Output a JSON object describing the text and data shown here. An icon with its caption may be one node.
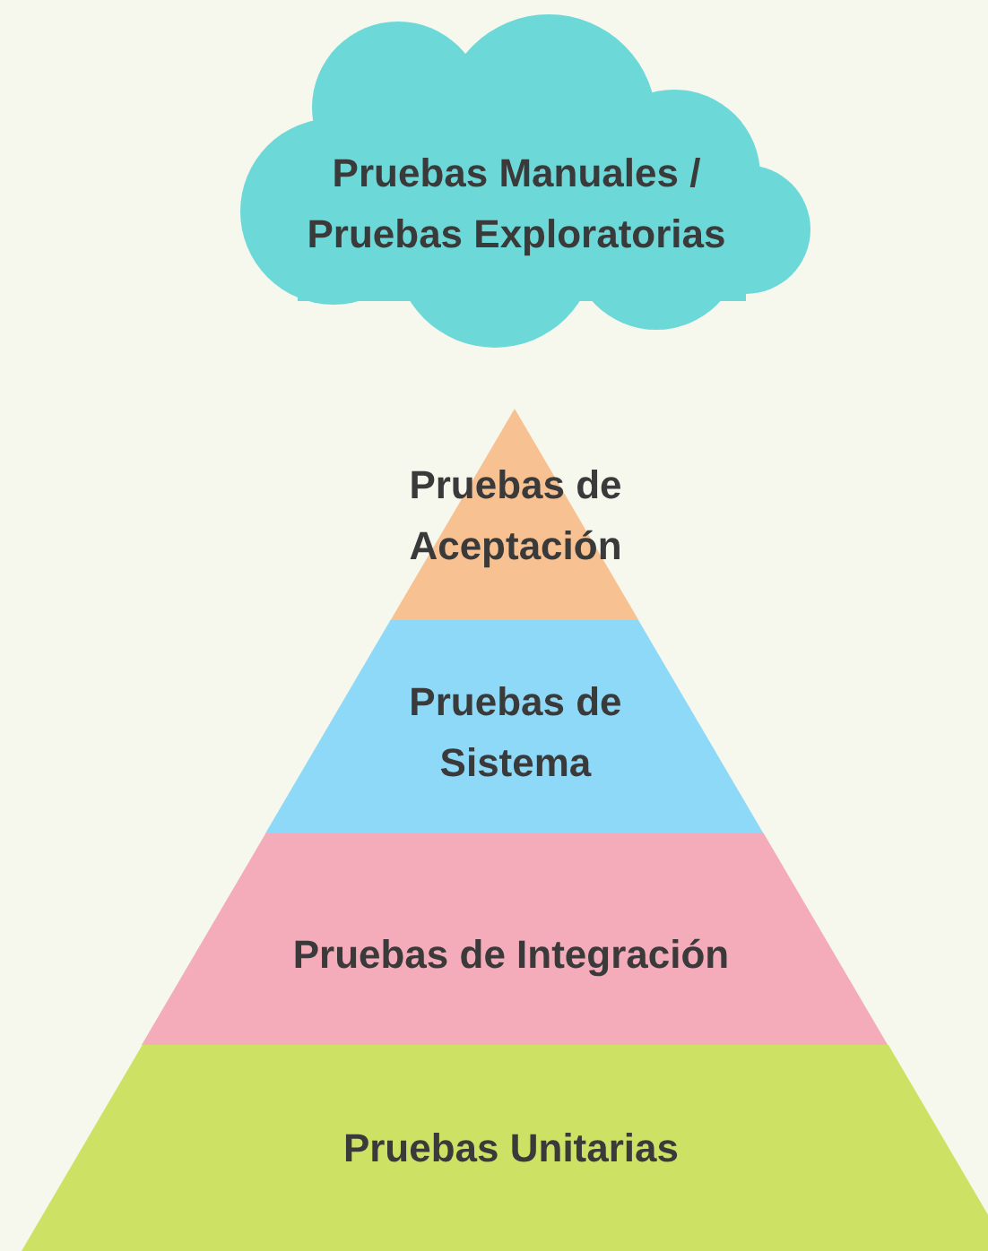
{
  "diagram": {
    "nodes": [
      {
        "text": [
          "Pruebas Manuales / Pruebas Exploratorias"
        ]
      },
      {
        "text": [
          "Pruebas de Aceptación"
        ]
      },
      {
        "text": [
          "Pruebas de Sistema"
        ]
      },
      {
        "text": [
          "Pruebas de Integración"
        ]
      },
      {
        "text": [
          "Pruebas Unitarias"
        ]
      }
    ]
  }
}
